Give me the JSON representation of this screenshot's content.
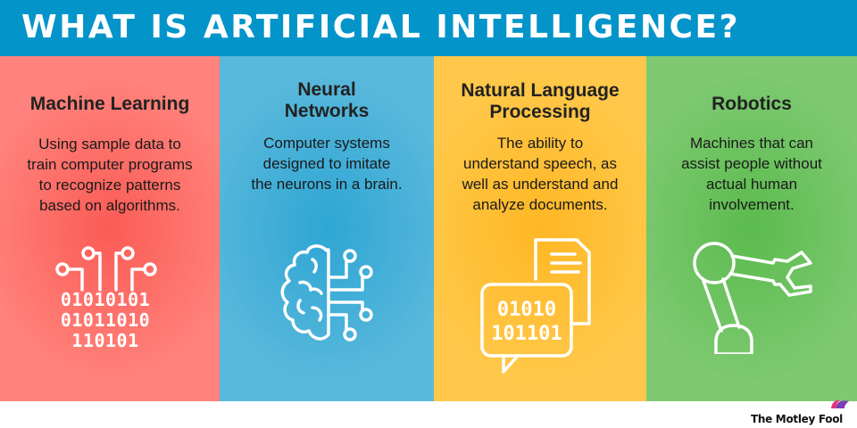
{
  "header": {
    "title": "WHAT IS ARTIFICIAL INTELLIGENCE?",
    "background_color": "#0394c9"
  },
  "panels": [
    {
      "title": "Machine Learning",
      "description": "Using sample data to train computer programs to recognize patterns based on algorithms.",
      "description_lines": [
        "Using sample data to",
        "train computer programs",
        "to recognize patterns",
        "based on algorithms."
      ],
      "icon": "binary-circuit-icon",
      "color": "#ff837c",
      "icon_text_rows": [
        "01010101",
        "01011010",
        "110101"
      ]
    },
    {
      "title": "Neural Networks",
      "title_lines": [
        "Neural",
        "Networks"
      ],
      "description": "Computer systems designed to imitate the neurons in a brain.",
      "description_lines": [
        "Computer systems",
        "designed to imitate",
        "the neurons in a brain."
      ],
      "icon": "brain-circuit-icon",
      "color": "#59b8db"
    },
    {
      "title": "Natural Language Processing",
      "title_lines": [
        "Natural Language",
        "Processing"
      ],
      "description": "The ability to understand speech, as well as understand and analyze documents.",
      "description_lines": [
        "The ability to",
        "understand speech, as",
        "well as understand and",
        "analyze documents."
      ],
      "icon": "chat-document-icon",
      "color": "#ffc84a",
      "icon_text_rows": [
        "01010",
        "101101"
      ]
    },
    {
      "title": "Robotics",
      "description": "Machines that can assist people without actual human involvement.",
      "description_lines": [
        "Machines that can",
        "assist people without",
        "actual human",
        "involvement."
      ],
      "icon": "robotic-arm-icon",
      "color": "#7ec972"
    }
  ],
  "footer": {
    "logo_text": "The Motley Fool",
    "logo_colors": [
      "#e8317a",
      "#7a3fb3"
    ]
  }
}
